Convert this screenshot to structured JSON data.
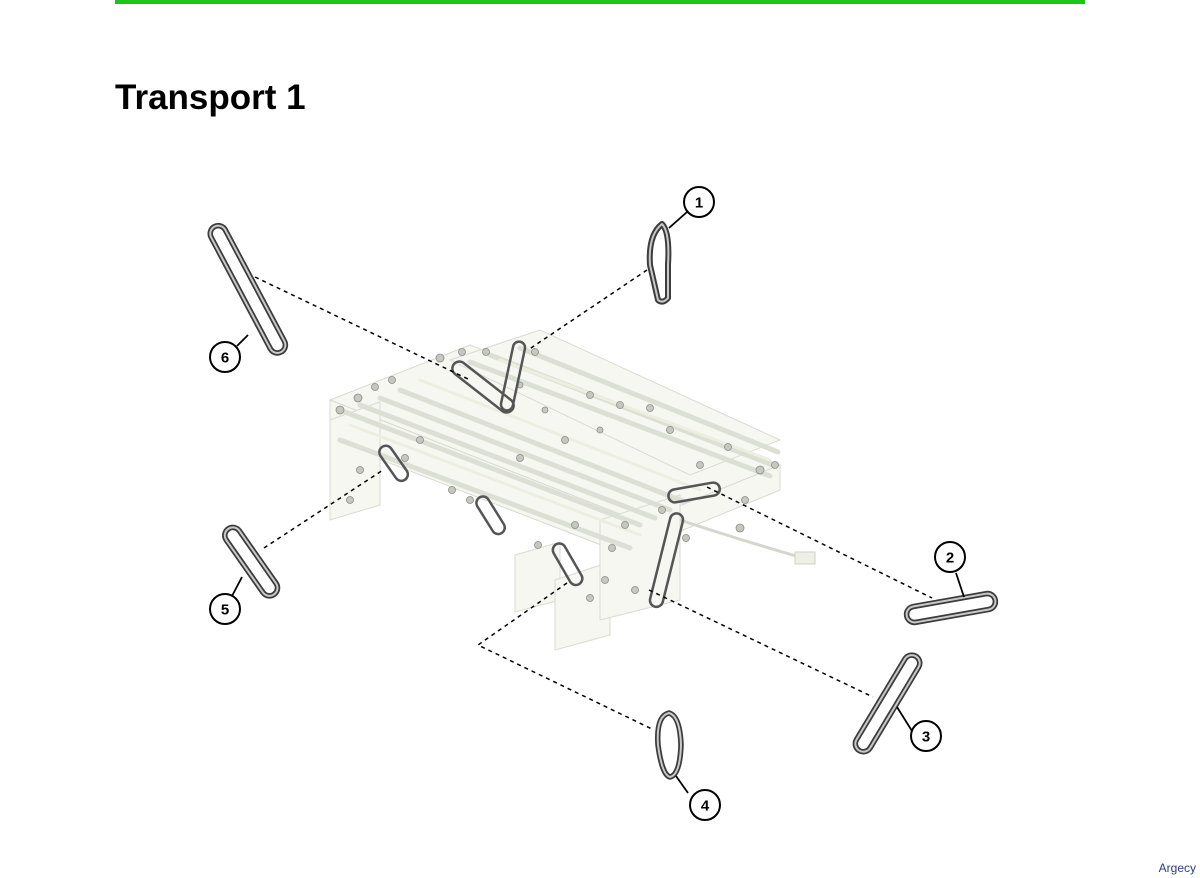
{
  "page": {
    "title": "Transport 1",
    "accent_color": "#1ec31e",
    "watermark": "Argecy"
  },
  "diagram": {
    "subject": "transport-1-assembly",
    "belt_color": "#3c3c3c",
    "leader_style": "dashed",
    "callouts": [
      {
        "id": 1,
        "label": "1"
      },
      {
        "id": 2,
        "label": "2"
      },
      {
        "id": 3,
        "label": "3"
      },
      {
        "id": 4,
        "label": "4"
      },
      {
        "id": 5,
        "label": "5"
      },
      {
        "id": 6,
        "label": "6"
      }
    ]
  }
}
